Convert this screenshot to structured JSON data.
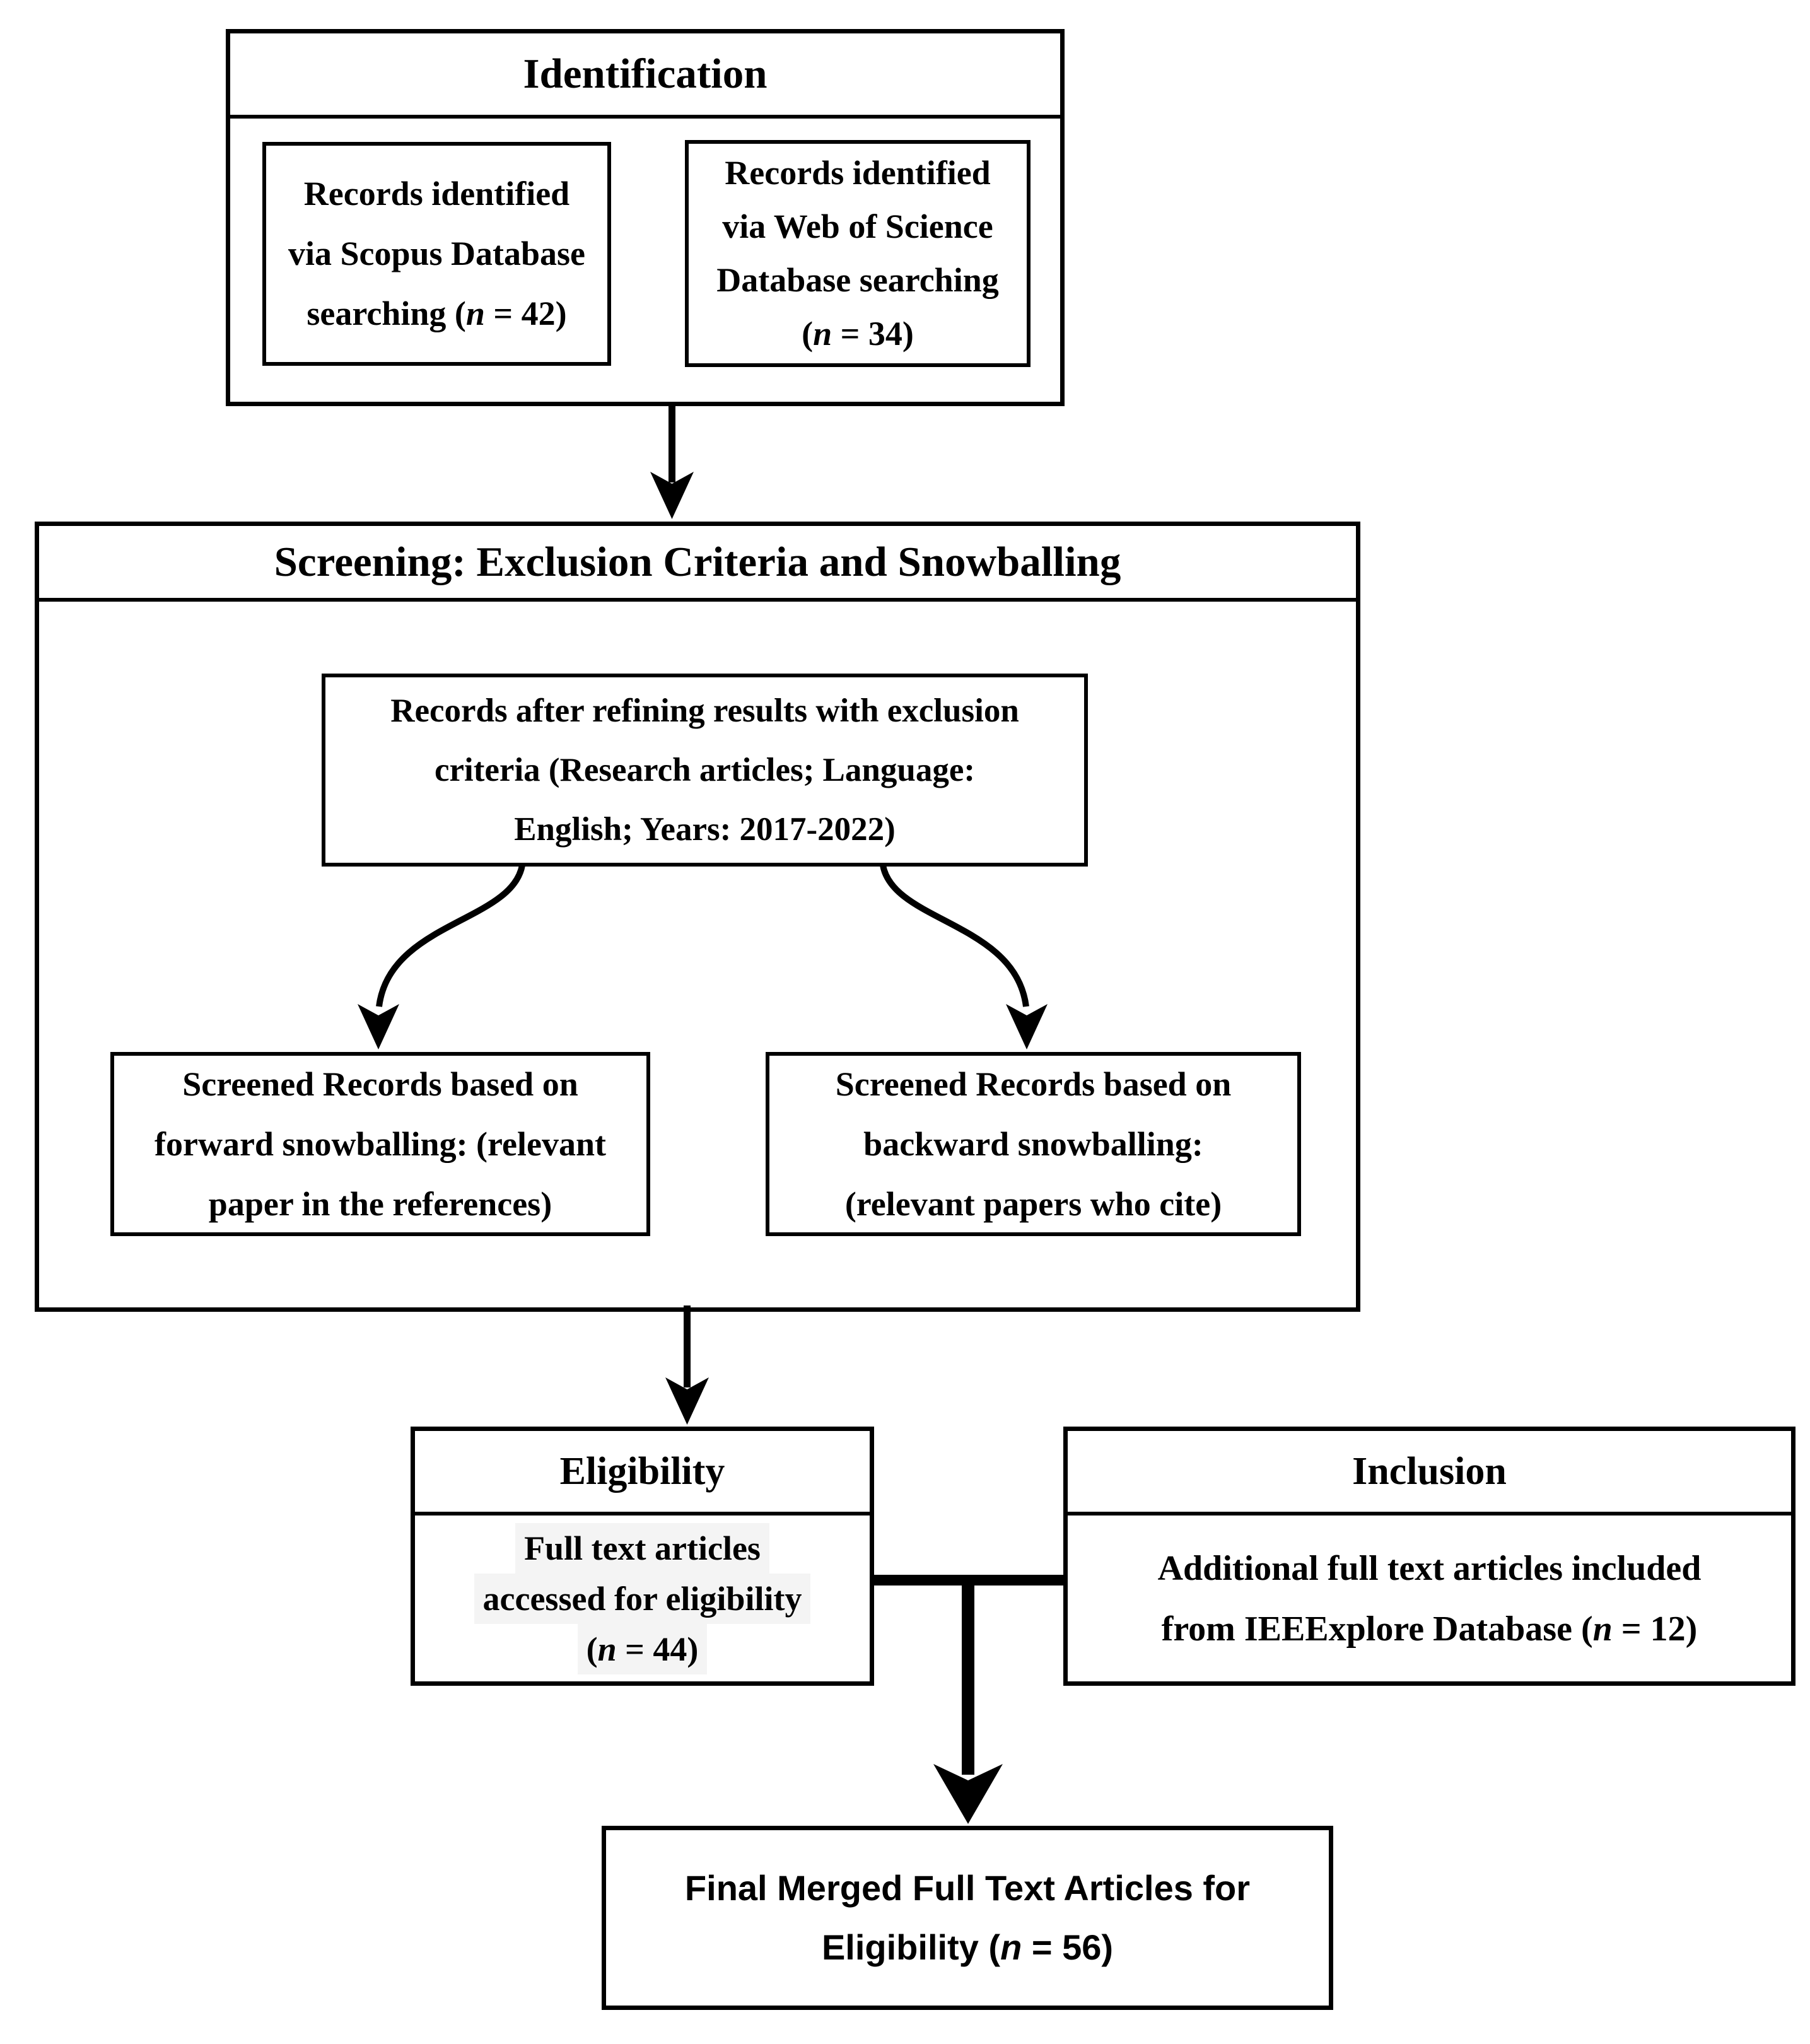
{
  "colors": {
    "ink": "#000000",
    "paper": "#ffffff"
  },
  "identification": {
    "title": "Identification",
    "scopus": {
      "lines": [
        "Records identified",
        "via Scopus Database"
      ],
      "tail": {
        "pre": "searching (",
        "var": "n",
        "post": " = 42)"
      }
    },
    "wos": {
      "lines": [
        "Records identified",
        "via Web of Science",
        "Database searching"
      ],
      "tail": {
        "pre": "(",
        "var": "n",
        "post": " = 34)"
      }
    }
  },
  "screening": {
    "title": "Screening: Exclusion Criteria and Snowballing",
    "refine": {
      "lines": [
        "Records after refining results with exclusion",
        "criteria (Research articles; Language:",
        "English; Years: 2017-2022)"
      ]
    },
    "forward": {
      "lines": [
        "Screened Records based on",
        "forward snowballing: (relevant",
        "paper in the references)"
      ]
    },
    "backward": {
      "lines": [
        "Screened Records based on",
        "backward snowballing:",
        "(relevant papers who cite)"
      ]
    }
  },
  "eligibility": {
    "title": "Eligibility",
    "body": {
      "lines": [
        "Full text articles",
        "accessed for eligibility"
      ],
      "tail": {
        "pre": "(",
        "var": "n",
        "post": " = 44)"
      }
    }
  },
  "inclusion": {
    "title": "Inclusion",
    "body": {
      "lines": [
        "Additional full text articles included"
      ],
      "tail": {
        "pre": "from IEEExplore Database (",
        "var": "n",
        "post": " = 12)"
      }
    }
  },
  "final": {
    "lines": [
      "Final Merged Full Text Articles for"
    ],
    "tail": {
      "pre": "Eligibility (",
      "var": "n",
      "post": " = 56)"
    }
  }
}
